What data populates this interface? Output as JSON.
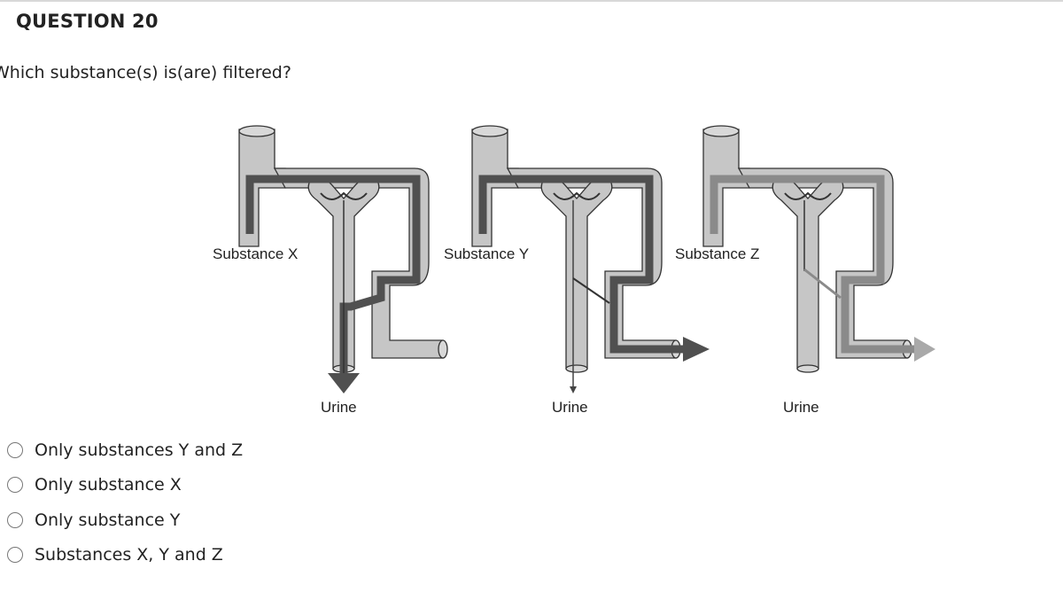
{
  "question": {
    "title": "QUESTION 20",
    "text": "Which substance(s) is(are) filtered?"
  },
  "diagram": {
    "panels": [
      {
        "substance_label": "Substance X",
        "urine_label": "Urine"
      },
      {
        "substance_label": "Substance Y",
        "urine_label": "Urine"
      },
      {
        "substance_label": "Substance Z",
        "urine_label": "Urine"
      }
    ]
  },
  "answers": [
    {
      "label": "Only substances Y and Z",
      "selected": false
    },
    {
      "label": "Only substance X",
      "selected": false
    },
    {
      "label": "Only substance Y",
      "selected": false
    },
    {
      "label": "Substances X, Y and Z",
      "selected": false
    }
  ],
  "colors": {
    "tube_light": "#c6c6c6",
    "tube_mid": "#a9a9a9",
    "flow_dark": "#505050",
    "flow_mid": "#8a8a8a",
    "outline": "#333333"
  }
}
